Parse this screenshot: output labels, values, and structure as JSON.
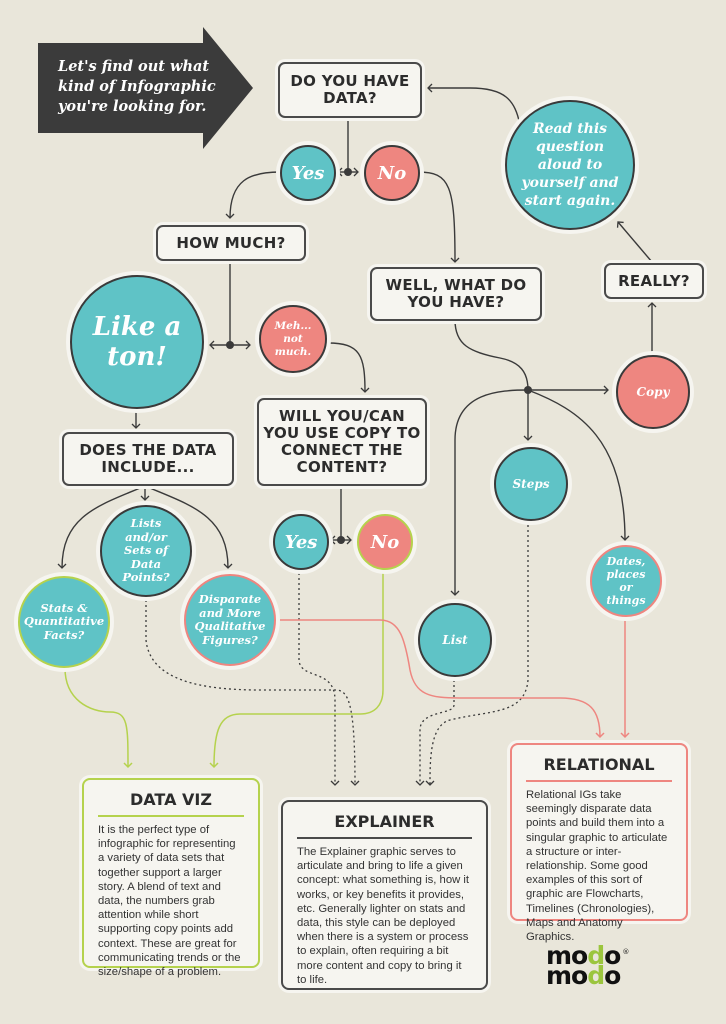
{
  "intro": {
    "text": "Let's find out what kind of Infographic you're looking for."
  },
  "colors": {
    "background": "#e9e6da",
    "teal": "#5fc3c6",
    "pink": "#ee8680",
    "green": "#b5d24d",
    "dark": "#3a3a3a",
    "banner": "#3b3b3b"
  },
  "questions": {
    "have_data": "DO YOU HAVE DATA?",
    "how_much": "HOW MUCH?",
    "what_have": "WELL, WHAT DO YOU HAVE?",
    "really": "REALLY?",
    "data_include": "DOES THE DATA INCLUDE...",
    "use_copy": "WILL YOU/CAN YOU USE COPY TO CONNECT THE CONTENT?"
  },
  "answers": {
    "yes1": "Yes",
    "no1": "No",
    "read_again": "Read this question aloud to yourself and start again.",
    "like_a_ton": "Like a ton!",
    "meh": "Meh... not much.",
    "copy": "Copy",
    "steps": "Steps",
    "list": "List",
    "dates": "Dates, places or things",
    "lists_sets": "Lists and/or Sets of Data Points?",
    "stats": "Stats & Quantitative Facts?",
    "disparate": "Disparate and More Qualitative Figures?",
    "yes2": "Yes",
    "no2": "No"
  },
  "results": {
    "dataviz": {
      "title": "DATA VIZ",
      "body": "It is the perfect type of infographic for representing a variety of data sets that together support a larger story. A blend of text and data, the numbers grab attention while short supporting copy points add context. These are great for communicating trends or the size/shape of a problem."
    },
    "explainer": {
      "title": "EXPLAINER",
      "body": "The Explainer graphic serves to articulate and bring to life a given concept: what something is, how it works, or key benefits it provides, etc. Generally lighter on stats and data, this style can be deployed when there is a system or process to explain, often requiring a bit more content and copy to bring it to life."
    },
    "relational": {
      "title": "RELATIONAL",
      "body": "Relational IGs take seemingly disparate data points and build them into a singular graphic to articulate a structure or inter-relationship. Some good examples of this sort of graphic are Flowcharts, Timelines (Chronologies), Maps and Anatomy Graphics."
    }
  },
  "logo": {
    "line1_a": "mo",
    "line1_b": "d",
    "line1_c": "o",
    "line2_a": "mo",
    "line2_b": "d",
    "line2_c": "o",
    "reg": "®"
  }
}
